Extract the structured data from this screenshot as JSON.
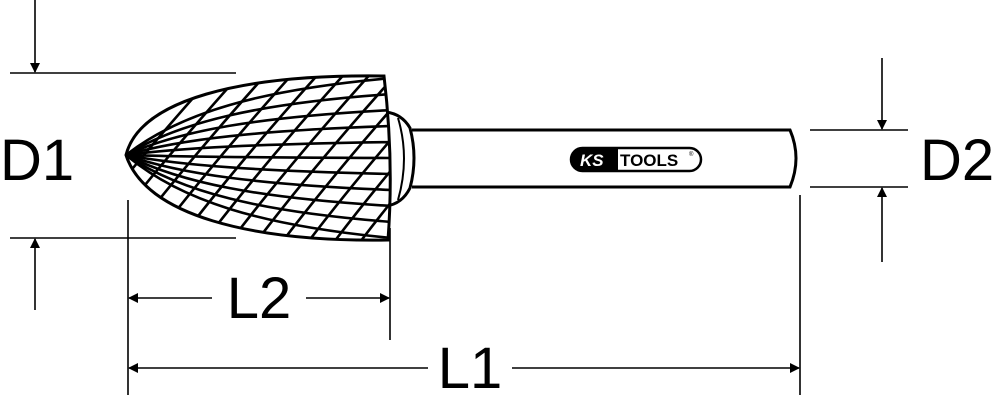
{
  "labels": {
    "d1": "D1",
    "d2": "D2",
    "l1": "L1",
    "l2": "L2"
  },
  "logo": {
    "brand_left": "KS",
    "brand_right": "TOOLS",
    "registered": "®"
  },
  "colors": {
    "line": "#000000",
    "background": "#ffffff"
  }
}
